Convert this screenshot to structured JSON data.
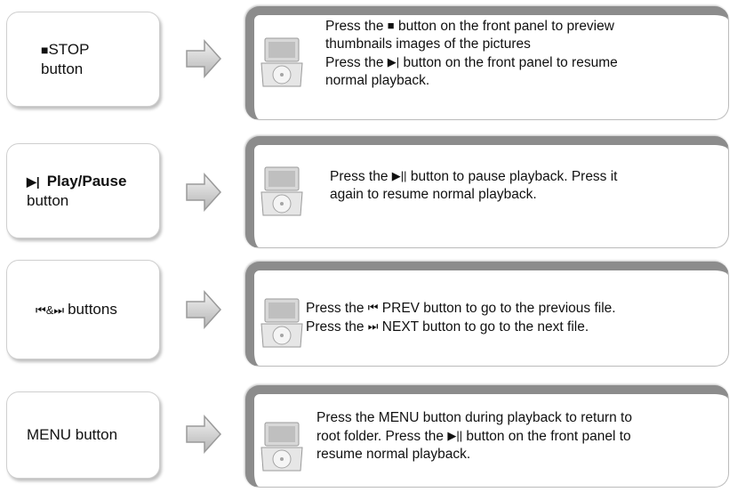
{
  "rows": [
    {
      "label_icon": "■",
      "label_line1": "STOP",
      "label_line2": "button",
      "text_lines": [
        [
          "Press the ",
          "■",
          " button on the front panel to preview"
        ],
        [
          "thumbnails images of the pictures"
        ],
        [
          "Press the ",
          "▶|",
          " button on the front panel to resume"
        ],
        [
          "normal playback."
        ]
      ]
    },
    {
      "label_icon": "▶|",
      "label_line1": "Play/Pause",
      "label_line2": "button",
      "text_lines": [
        [
          "Press the ",
          "▶||",
          " button to pause playback. Press it"
        ],
        [
          "again to resume normal playback."
        ]
      ]
    },
    {
      "label_icon": "⏮&⏭",
      "label_line1": "buttons",
      "label_line2": "",
      "text_lines": [
        [
          "Press the ",
          "⏮",
          " PREV button to go to the previous file."
        ],
        [
          "Press the ",
          "⏭",
          " NEXT button to go to the next file."
        ]
      ]
    },
    {
      "label_icon": "",
      "label_line1": "MENU button",
      "label_line2": "",
      "text_lines": [
        [
          "Press the MENU button during playback to return to"
        ],
        [
          "root folder. Press the ",
          "▶||",
          " button on the front panel to"
        ],
        [
          "resume normal playback."
        ]
      ]
    }
  ]
}
